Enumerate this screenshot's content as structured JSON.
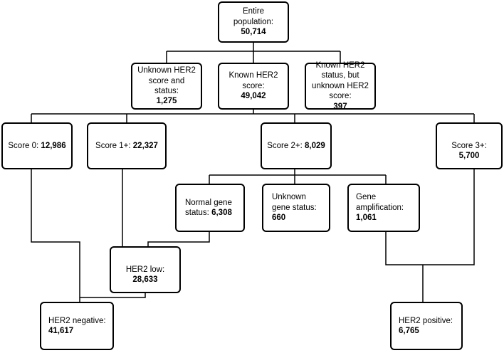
{
  "nodes": {
    "entire": {
      "label": "Entire population:",
      "value": "50,714"
    },
    "unknown_score_status": {
      "label": "Unknown HER2 score and status:",
      "value": "1,275"
    },
    "known_score": {
      "label": "Known HER2 score:",
      "value": "49,042"
    },
    "known_status_unknown_score": {
      "label": "Known HER2 status, but unknown HER2 score:",
      "value": "397"
    },
    "score0": {
      "label": "Score 0:",
      "value": "12,986"
    },
    "score1": {
      "label": "Score 1+:",
      "value": "22,327"
    },
    "score2": {
      "label": "Score 2+:",
      "value": "8,029"
    },
    "score3": {
      "label": "Score 3+:",
      "value": "5,700"
    },
    "normal_gene": {
      "label": "Normal gene status:",
      "value": "6,308"
    },
    "unknown_gene": {
      "label": "Unknown gene status:",
      "value": "660"
    },
    "gene_amp": {
      "label": "Gene amplification:",
      "value": "1,061"
    },
    "her2_low": {
      "label": "HER2 low:",
      "value": "28,633"
    },
    "her2_negative": {
      "label": "HER2 negative:",
      "value": "41,617"
    },
    "her2_positive": {
      "label": "HER2 positive:",
      "value": "6,765"
    }
  },
  "colors": {
    "line": "#000000",
    "box_fill": "#ffffff",
    "box_border": "#000000"
  }
}
